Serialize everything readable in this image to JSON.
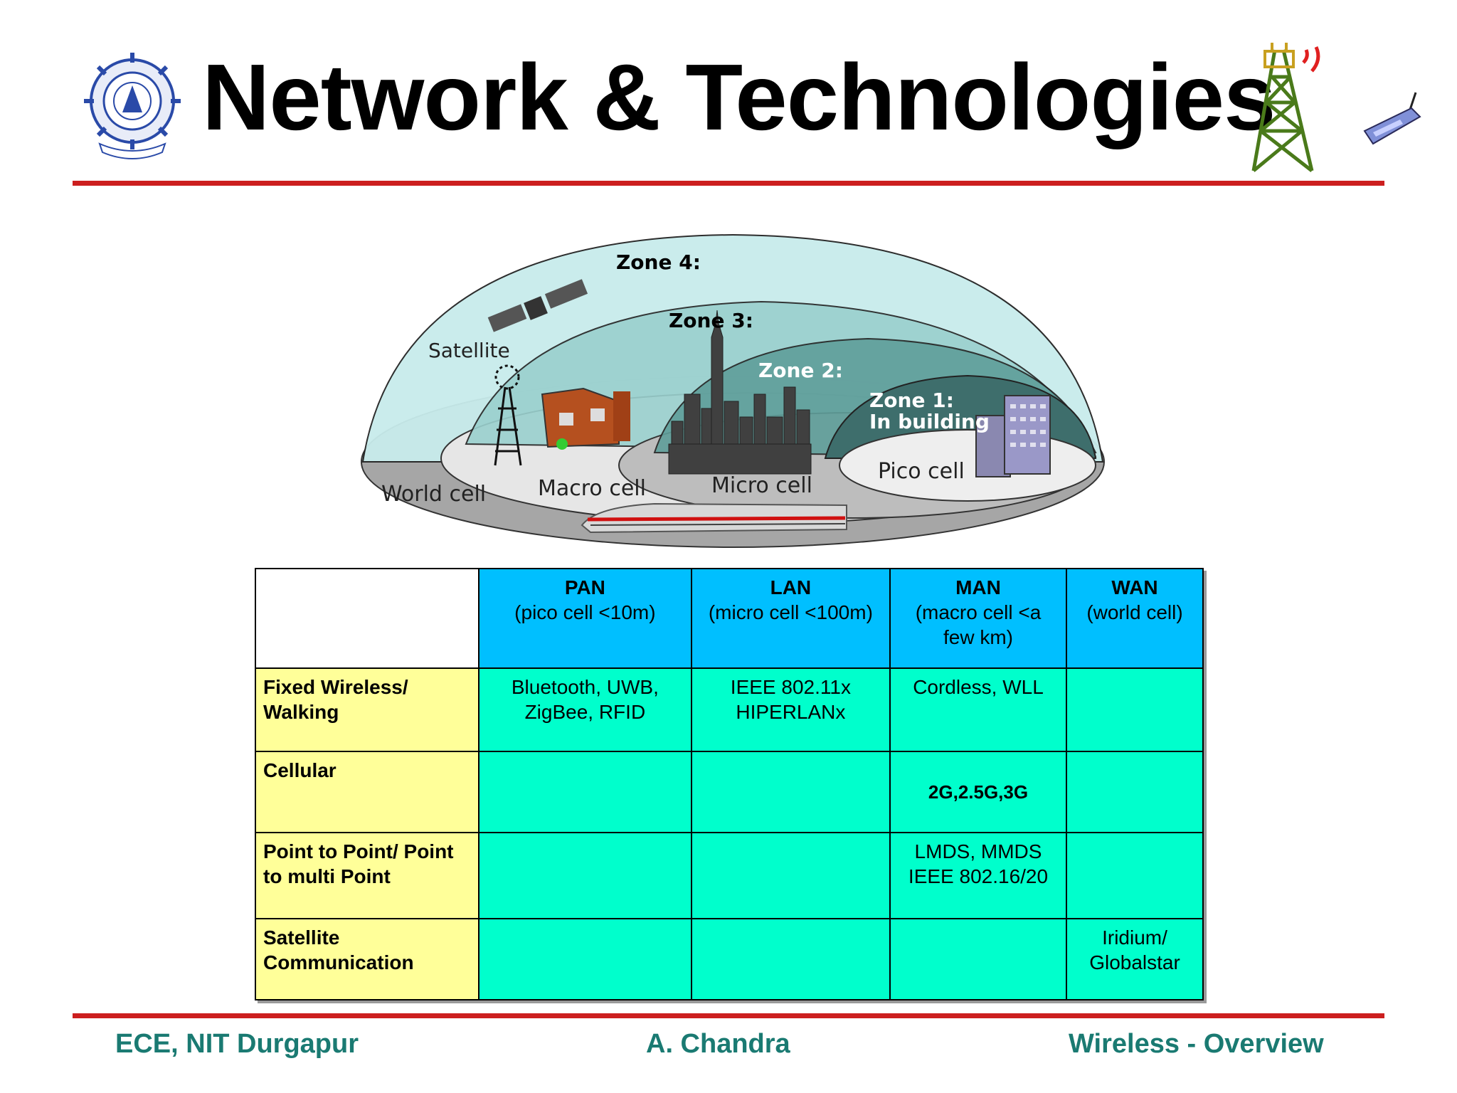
{
  "slide": {
    "title": "Network & Technologies"
  },
  "diagram": {
    "zones": [
      {
        "label": "Zone 4:"
      },
      {
        "label": "Zone 3:"
      },
      {
        "label": "Zone 2:"
      },
      {
        "label_line1": "Zone 1:",
        "label_line2": "In building"
      }
    ],
    "cells": {
      "world": "World cell",
      "macro": "Macro cell",
      "micro": "Micro cell",
      "pico": "Pico cell",
      "satellite": "Satellite"
    }
  },
  "table": {
    "headers": [
      {
        "title": "PAN",
        "sub": "(pico cell <10m)"
      },
      {
        "title": "LAN",
        "sub": "(micro cell <100m)"
      },
      {
        "title": "MAN",
        "sub": "(macro cell <a few km)"
      },
      {
        "title": "WAN",
        "sub": "(world cell)"
      }
    ],
    "rows": [
      {
        "label": "Fixed Wireless/ Walking",
        "cells": [
          "Bluetooth, UWB, ZigBee, RFID",
          "IEEE 802.11x HIPERLANx",
          "Cordless, WLL",
          ""
        ]
      },
      {
        "label": "Cellular",
        "cells": [
          "",
          "",
          "2G,2.5G,3G",
          ""
        ]
      },
      {
        "label": "Point to Point/ Point to multi Point",
        "cells": [
          "",
          "",
          "LMDS, MMDS IEEE 802.16/20",
          ""
        ]
      },
      {
        "label": "Satellite Communication",
        "cells": [
          "",
          "",
          "",
          "Iridium/ Globalstar"
        ]
      }
    ]
  },
  "footer": {
    "left": "ECE, NIT Durgapur",
    "center": "A. Chandra",
    "right": "Wireless - Overview"
  },
  "colors": {
    "rule": "#cc1f1f",
    "footer_text": "#1a7a72",
    "header_fill": "#00bfff",
    "row_label_fill": "#ffff99",
    "cell_fill": "#00ffcc"
  }
}
